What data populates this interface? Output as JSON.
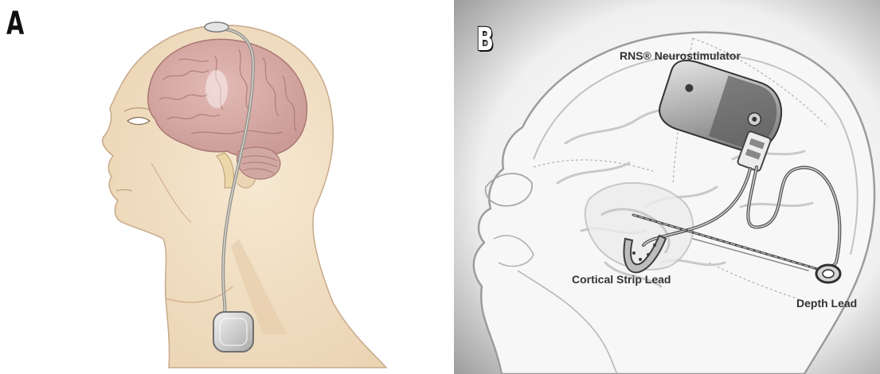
{
  "panels": {
    "a": {
      "letter": "A"
    },
    "b": {
      "letter": "B",
      "labels": {
        "neurostimulator": "RNS® Neurostimulator",
        "cortical_strip_lead": "Cortical Strip Lead",
        "depth_lead": "Depth Lead"
      }
    }
  },
  "colors": {
    "skin": "#f1dfc3",
    "skin_shadow": "#dcc3a0",
    "brain": "#d9aaa6",
    "brain_dark": "#b98580",
    "lead": "#9e9c96",
    "device": "#d9d9d9"
  }
}
